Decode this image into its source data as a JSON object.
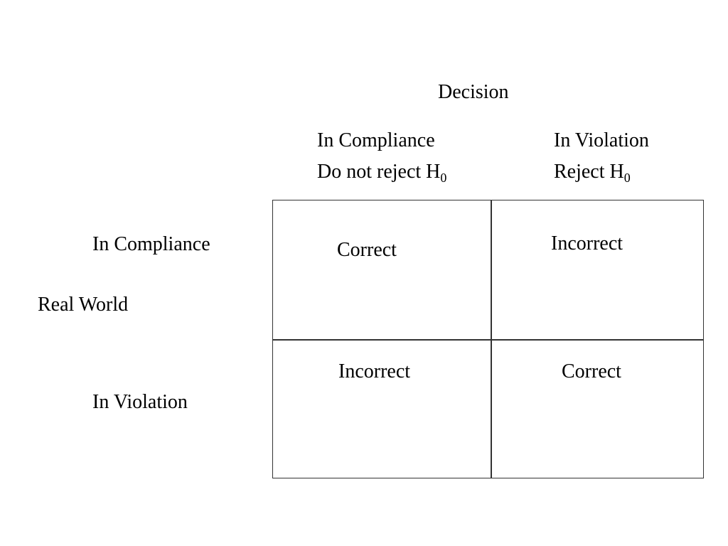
{
  "decision_header": "Decision",
  "columns": [
    {
      "state": "In Compliance",
      "action": "Do not reject H",
      "subscript": "0"
    },
    {
      "state": "In Violation",
      "action": "Reject H",
      "subscript": "0"
    }
  ],
  "real_world_label": "Real World",
  "rows": [
    {
      "state": "In Compliance",
      "cells": [
        "Correct",
        "Incorrect"
      ]
    },
    {
      "state": "In Violation",
      "cells": [
        "Incorrect",
        "Correct"
      ]
    }
  ]
}
